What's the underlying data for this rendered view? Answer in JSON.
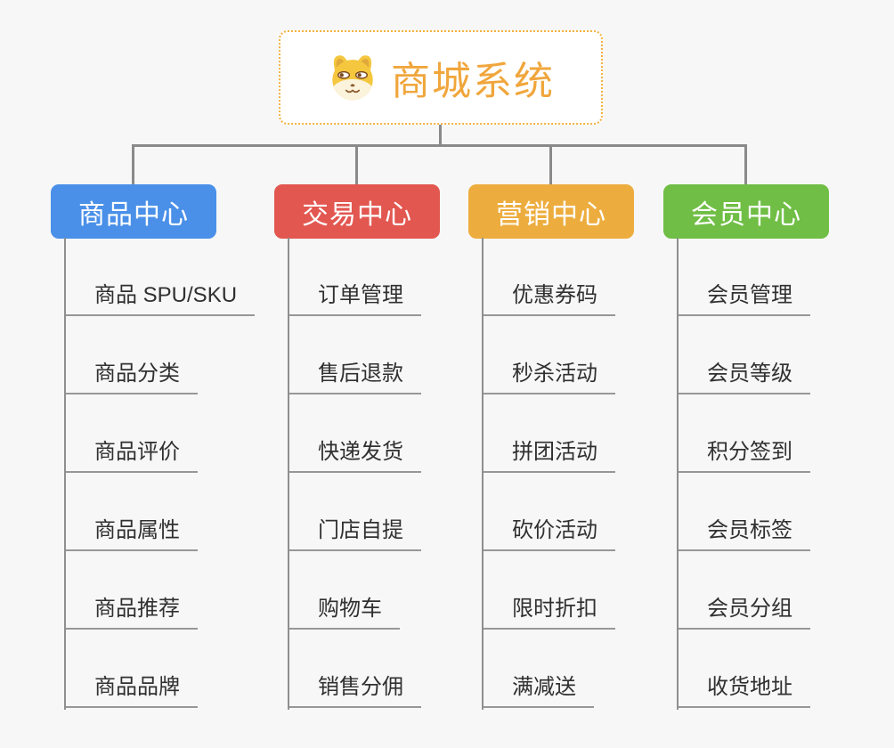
{
  "root": {
    "title": "商城系统",
    "icon": "shiba-dog-icon",
    "accent_color": "#f0a63c",
    "border_color": "#f3b23f"
  },
  "branches": [
    {
      "label": "商品中心",
      "color": "#4a90e8",
      "items": [
        "商品 SPU/SKU",
        "商品分类",
        "商品评价",
        "商品属性",
        "商品推荐",
        "商品品牌"
      ]
    },
    {
      "label": "交易中心",
      "color": "#e25750",
      "items": [
        "订单管理",
        "售后退款",
        "快递发货",
        "门店自提",
        "购物车",
        "销售分佣"
      ]
    },
    {
      "label": "营销中心",
      "color": "#edad3e",
      "items": [
        "优惠券码",
        "秒杀活动",
        "拼团活动",
        "砍价活动",
        "限时折扣",
        "满减送"
      ]
    },
    {
      "label": "会员中心",
      "color": "#70be45",
      "items": [
        "会员管理",
        "会员等级",
        "积分签到",
        "会员标签",
        "会员分组",
        "收货地址"
      ]
    }
  ],
  "style": {
    "background_color": "#f7f7f7",
    "connector_color": "#8a8a8a",
    "leaf_text_color": "#303030"
  }
}
